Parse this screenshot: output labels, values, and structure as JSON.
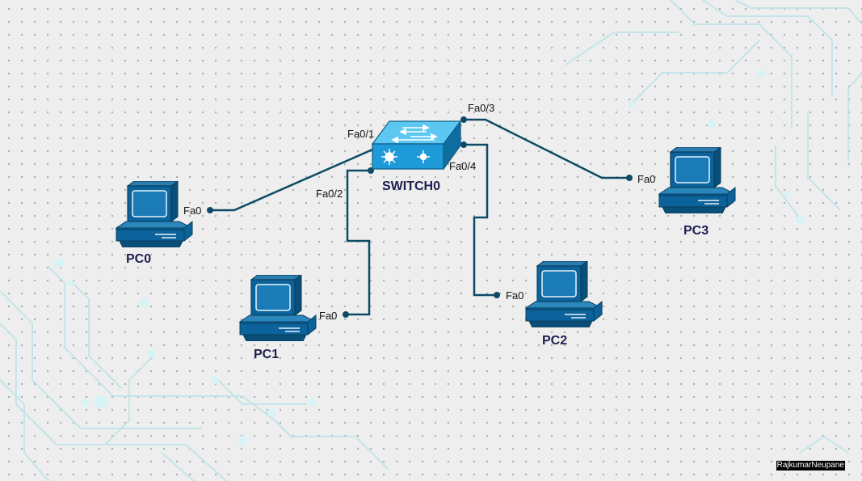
{
  "devices": {
    "switch": {
      "label": "SWITCH0"
    },
    "pc0": {
      "label": "PC0",
      "port": "Fa0"
    },
    "pc1": {
      "label": "PC1",
      "port": "Fa0"
    },
    "pc2": {
      "label": "PC2",
      "port": "Fa0"
    },
    "pc3": {
      "label": "PC3",
      "port": "Fa0"
    }
  },
  "switch_ports": {
    "p1": "Fa0/1",
    "p2": "Fa0/2",
    "p3": "Fa0/3",
    "p4": "Fa0/4"
  },
  "colors": {
    "device_blue": "#0a5f8e",
    "switch_blue": "#2aa6e0",
    "link": "#0d4a66"
  },
  "watermark": "RajkumarNeupane"
}
